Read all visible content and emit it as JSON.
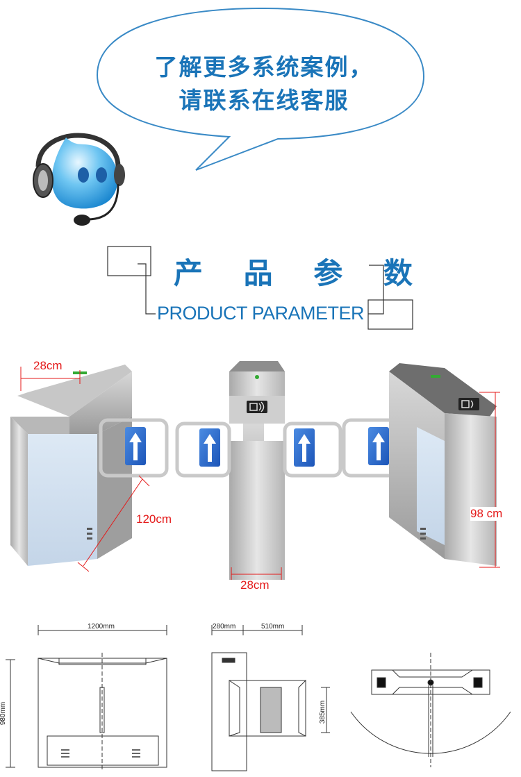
{
  "bubble": {
    "line1": "了解更多系统案例，",
    "line2": "请联系在线客服"
  },
  "icons": [
    "customer-service-mascot-icon",
    "arrow-up-icon",
    "card-reader-icon"
  ],
  "colors": {
    "accent": "#1a74b8",
    "dimension_red": "#e41a1a",
    "steel": "#c9c9c9"
  },
  "section_title": {
    "cn": "产 品 参 数",
    "en": "PRODUCT PARAMETER"
  },
  "photo_dimensions": {
    "top_width": "28cm",
    "length": "120cm",
    "height": "98 cm",
    "middle_width": "28cm"
  },
  "drawing_dimensions": {
    "front_width": "1200mm",
    "front_height": "980mm",
    "side_width_a": "280mm",
    "side_width_b": "510mm",
    "arm_height": "385mm"
  }
}
